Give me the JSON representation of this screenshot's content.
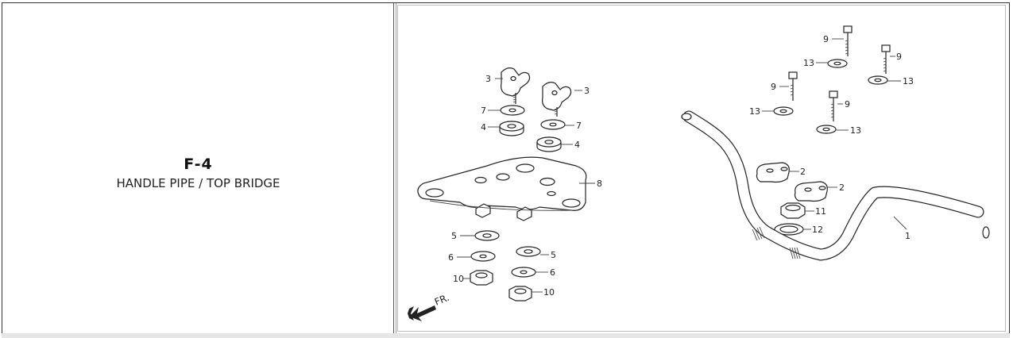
{
  "section": {
    "code": "F-4",
    "title": "HANDLE PIPE / TOP BRIDGE"
  },
  "diagram": {
    "direction_label": "FR.",
    "callouts": {
      "c1": "1",
      "c2a": "2",
      "c2b": "2",
      "c3a": "3",
      "c3b": "3",
      "c4a": "4",
      "c4b": "4",
      "c5a": "5",
      "c5b": "5",
      "c6a": "6",
      "c6b": "6",
      "c7a": "7",
      "c7b": "7",
      "c8": "8",
      "c9a": "9",
      "c9b": "9",
      "c9c": "9",
      "c9d": "9",
      "c10a": "10",
      "c10b": "10",
      "c11": "11",
      "c12": "12",
      "c13a": "13",
      "c13b": "13",
      "c13c": "13",
      "c13d": "13"
    }
  }
}
